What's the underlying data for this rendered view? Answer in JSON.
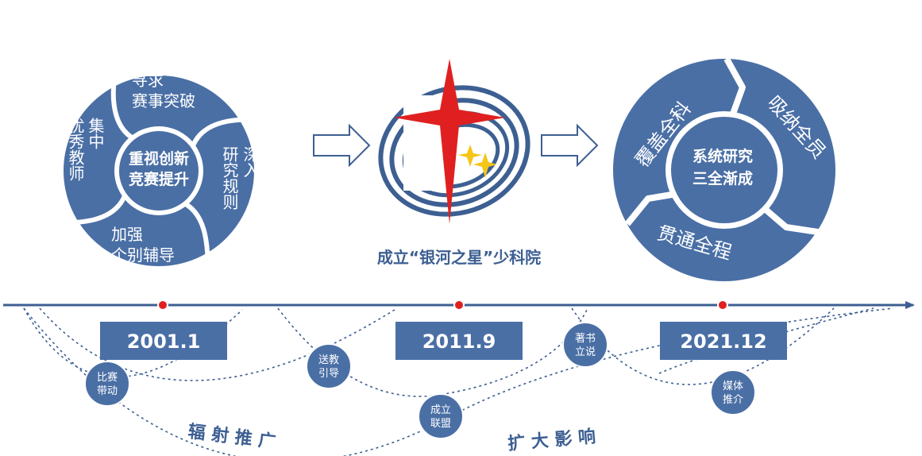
{
  "colors": {
    "primary": "#4a6fa5",
    "dark": "#3d5f92",
    "red": "#e02020",
    "star_gold": "#f5c518",
    "line": "#3d5f92",
    "white": "#ffffff"
  },
  "left_cycle": {
    "center_line1": "重视创新",
    "center_line2": "竞赛提升",
    "top_line1": "寻求",
    "top_line2": "赛事突破",
    "right_col1": "深入",
    "right_col2": "研究规则",
    "bottom_line1": "加强",
    "bottom_line2": "个别辅导",
    "left_col1": "集中",
    "left_col2": "优秀教师"
  },
  "middle": {
    "caption": "成立“银河之星”少科院"
  },
  "right_cycle": {
    "center_line1": "系统研究",
    "center_line2": "三全渐成",
    "seg_top_left": "覆盖全科",
    "seg_right": "吸纳全员",
    "seg_bottom": "贯通全程"
  },
  "timeline": {
    "dates": [
      "2001.1",
      "2011.9",
      "2021.12"
    ],
    "nodes": [
      {
        "line1": "比赛",
        "line2": "带动"
      },
      {
        "line1": "送教",
        "line2": "引导"
      },
      {
        "line1": "成立",
        "line2": "联盟"
      },
      {
        "line1": "著书",
        "line2": "立说"
      },
      {
        "line1": "媒体",
        "line2": "推介"
      }
    ],
    "label_left": "辐 射 推 广",
    "label_right": "扩 大 影 响"
  }
}
